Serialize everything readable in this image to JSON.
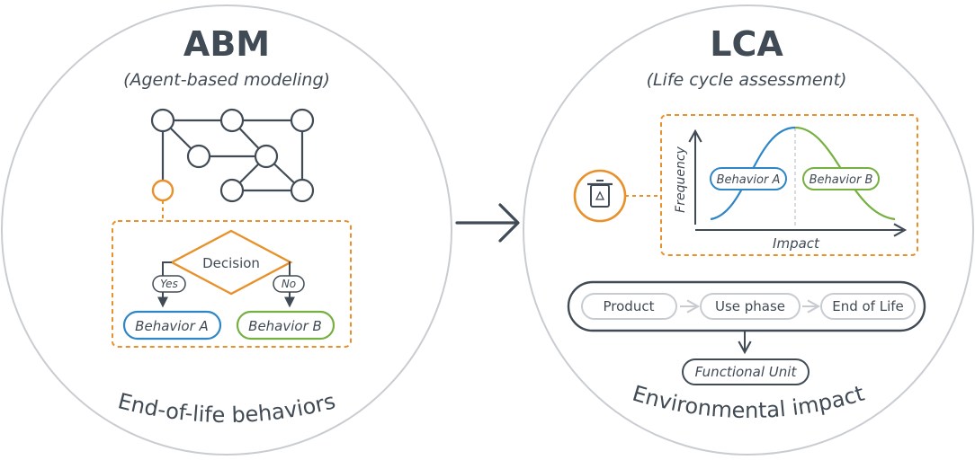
{
  "left_panel": {
    "title": "ABM",
    "subtitle": "(Agent-based modeling)",
    "caption": "End-of-life behaviors",
    "decision": {
      "label": "Decision",
      "yes_label": "Yes",
      "no_label": "No"
    },
    "behaviors": [
      "Behavior A",
      "Behavior B"
    ]
  },
  "right_panel": {
    "title": "LCA",
    "subtitle": "(Life cycle assessment)",
    "caption": "Environmental impact",
    "chart": {
      "y_axis_label": "Frequency",
      "x_axis_label": "Impact",
      "behaviors": [
        "Behavior A",
        "Behavior B"
      ]
    },
    "flow_steps": [
      "Product",
      "Use phase",
      "End of Life"
    ],
    "functional_unit": "Functional Unit"
  },
  "icons": {
    "recycle_bin": "recycle-bin-icon",
    "arrow": "right-arrow-icon"
  },
  "colors": {
    "dark": "#414b55",
    "orange": "#e8912b",
    "blue": "#2f86c6",
    "green": "#76b041",
    "light_gray": "#c8ccd0",
    "circle_stroke": "#c9cdd1"
  }
}
